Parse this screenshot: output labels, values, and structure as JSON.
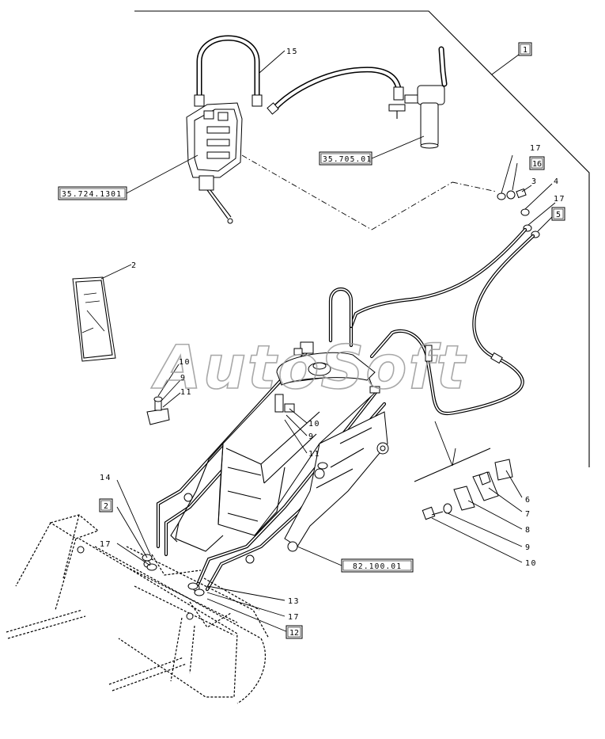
{
  "watermark": "AutoSoft",
  "callouts": [
    {
      "id": "c15",
      "text": "15"
    },
    {
      "id": "c2",
      "text": "2"
    },
    {
      "id": "c17a",
      "text": "17"
    },
    {
      "id": "c3",
      "text": "3"
    },
    {
      "id": "c4",
      "text": "4"
    },
    {
      "id": "c17b",
      "text": "17"
    },
    {
      "id": "c10a",
      "text": "10"
    },
    {
      "id": "c9a",
      "text": "9"
    },
    {
      "id": "c11a",
      "text": "11"
    },
    {
      "id": "c10b",
      "text": "10"
    },
    {
      "id": "c9b",
      "text": "9"
    },
    {
      "id": "c11b",
      "text": "11"
    },
    {
      "id": "c14",
      "text": "14"
    },
    {
      "id": "c17c",
      "text": "17"
    },
    {
      "id": "c13",
      "text": "13"
    },
    {
      "id": "c17d",
      "text": "17"
    },
    {
      "id": "c6",
      "text": "6"
    },
    {
      "id": "c7",
      "text": "7"
    },
    {
      "id": "c8",
      "text": "8"
    },
    {
      "id": "c9c",
      "text": "9"
    },
    {
      "id": "c10c",
      "text": "10"
    }
  ],
  "boxed_callouts": {
    "b1": "1",
    "b16": "16",
    "b5": "5",
    "b2": "2",
    "b12": "12"
  },
  "section_refs": {
    "r1": "35.705.01",
    "r2": "35.724.1301",
    "r3": "82.100.01"
  }
}
